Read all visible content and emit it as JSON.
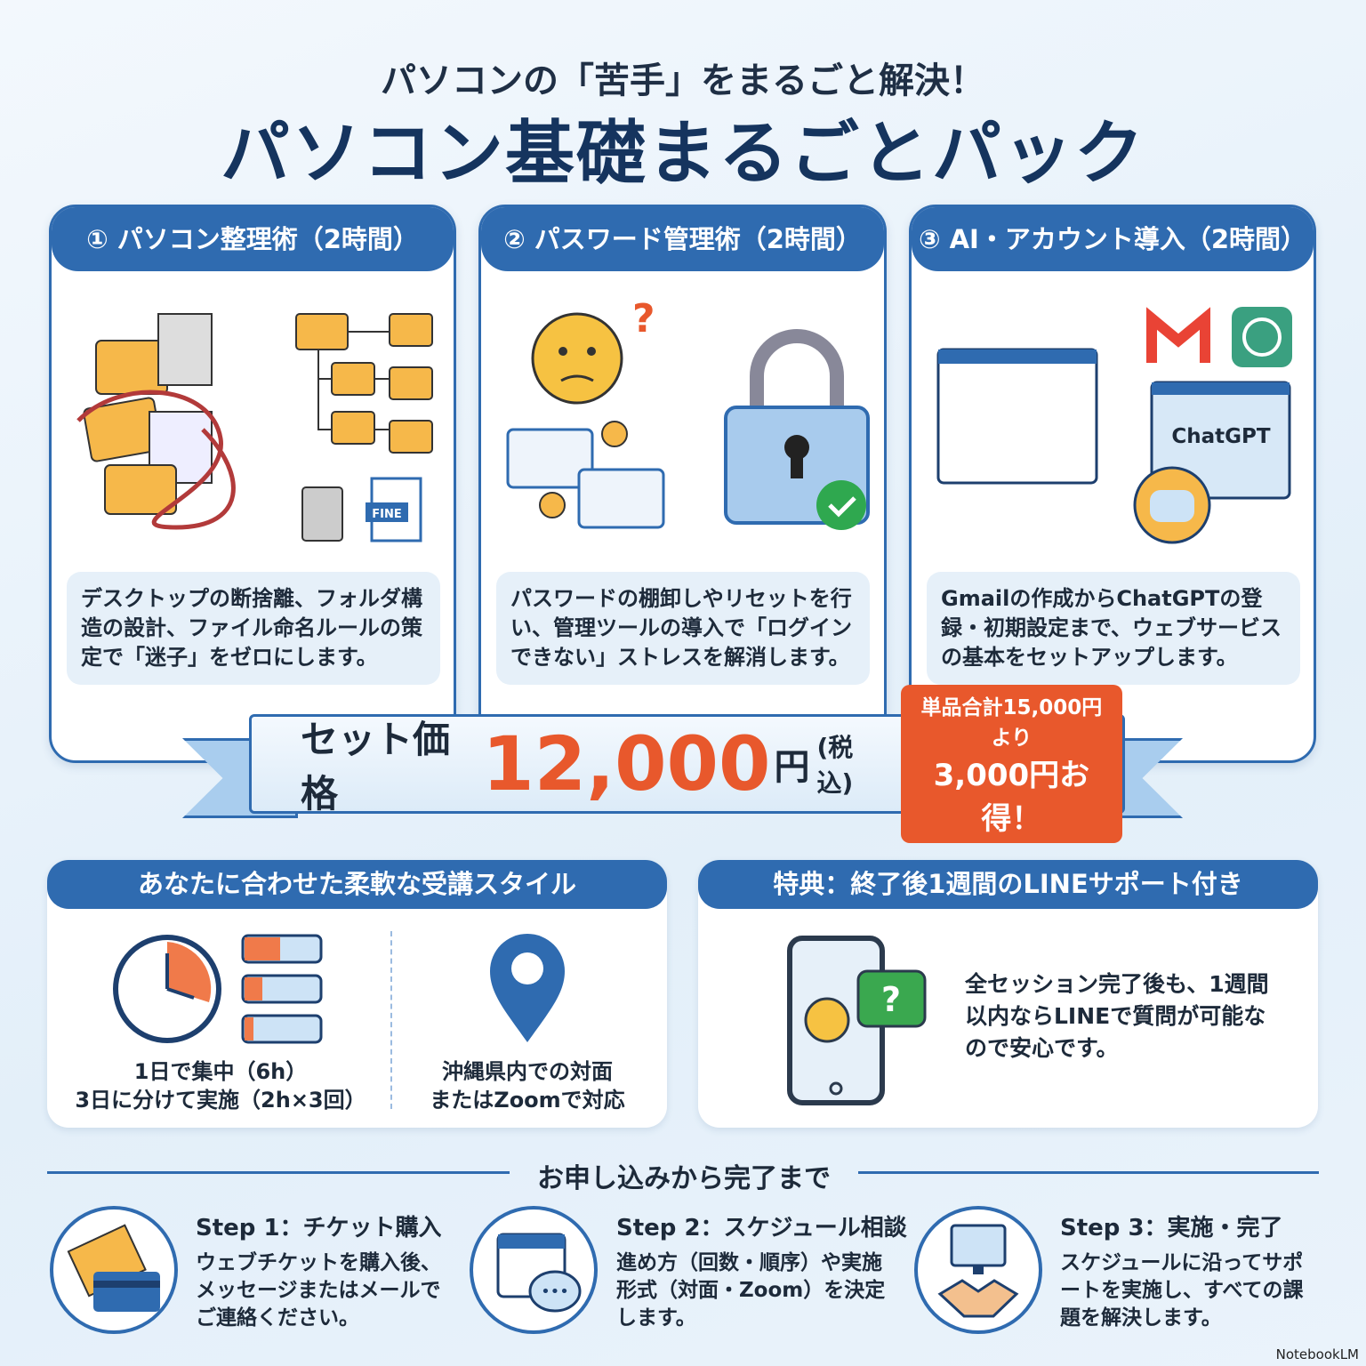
{
  "header": {
    "subtitle": "パソコンの「苦手」をまるごと解決！",
    "title": "パソコン基礎まるごとパック"
  },
  "courses": [
    {
      "title": "① パソコン整理術（2時間）",
      "description": "デスクトップの断捨離、フォルダ構造の設計、ファイル命名ルールの策定で「迷子」をゼロにします。",
      "icon_label": "FINE"
    },
    {
      "title": "② パスワード管理術（2時間）",
      "description": "パスワードの棚卸しやリセットを行い、管理ツールの導入で「ログインできない」ストレスを解消します。"
    },
    {
      "title": "③ AI・アカウント導入（2時間）",
      "description": "Gmailの作成からChatGPTの登録・初期設定まで、ウェブサービスの基本をセットアップします。",
      "icon_label": "ChatGPT"
    }
  ],
  "price": {
    "label": "セット価格",
    "amount": "12,000",
    "unit": "円",
    "tax": "(税込)",
    "badge_line1": "単品合計15,000円より",
    "badge_line2": "3,000円お得！"
  },
  "style": {
    "title": "あなたに合わせた柔軟な受講スタイル",
    "option1_line1": "1日で集中（6h）",
    "option1_line2": "3日に分けて実施（2h×3回）",
    "option2_line1": "沖縄県内での対面",
    "option2_line2": "またはZoomで対応"
  },
  "benefit": {
    "title": "特典：終了後1週間のLINEサポート付き",
    "text_line1": "全セッション完了後も、1週間",
    "text_line2": "以内ならLINEで質問が可能な",
    "text_line3": "ので安心です。"
  },
  "steps": {
    "title": "お申し込みから完了まで",
    "items": [
      {
        "title": "Step 1：チケット購入",
        "lines": [
          "ウェブチケットを購入後、",
          "メッセージまたはメールで",
          "ご連絡ください。"
        ]
      },
      {
        "title": "Step 2：スケジュール相談",
        "lines": [
          "進め方（回数・順序）や実施",
          "形式（対面・Zoom）を決定",
          "します。"
        ]
      },
      {
        "title": "Step 3：実施・完了",
        "lines": [
          "スケジュールに沿ってサポ",
          "ートを実施し、すべての課",
          "題を解決します。"
        ]
      }
    ]
  },
  "footer": {
    "brand": "NotebookLM"
  },
  "colors": {
    "primary": "#2f6bb0",
    "accent": "#e8582c",
    "folder": "#f6b84a"
  }
}
